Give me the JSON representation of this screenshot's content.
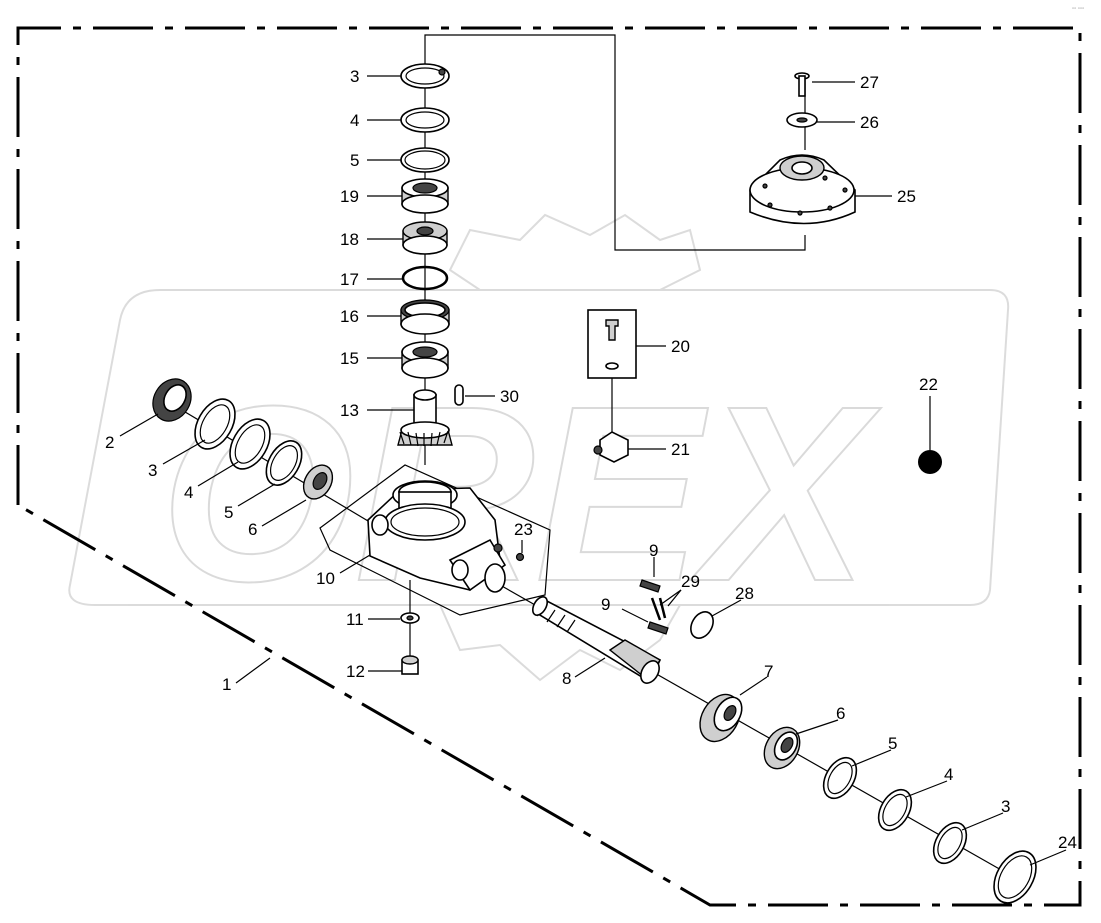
{
  "watermark": {
    "text": "OREX"
  },
  "corner_stamp": "▫▫ ▫▫▫",
  "callouts": [
    {
      "id": "c3a",
      "text": "3"
    },
    {
      "id": "c4a",
      "text": "4"
    },
    {
      "id": "c5a",
      "text": "5"
    },
    {
      "id": "c19",
      "text": "19"
    },
    {
      "id": "c18",
      "text": "18"
    },
    {
      "id": "c17",
      "text": "17"
    },
    {
      "id": "c16",
      "text": "16"
    },
    {
      "id": "c15",
      "text": "15"
    },
    {
      "id": "c13",
      "text": "13"
    },
    {
      "id": "c30",
      "text": "30"
    },
    {
      "id": "c20",
      "text": "20"
    },
    {
      "id": "c21",
      "text": "21"
    },
    {
      "id": "c22",
      "text": "22"
    },
    {
      "id": "c23",
      "text": "23"
    },
    {
      "id": "c27",
      "text": "27"
    },
    {
      "id": "c26",
      "text": "26"
    },
    {
      "id": "c25",
      "text": "25"
    },
    {
      "id": "c2",
      "text": "2"
    },
    {
      "id": "c3b",
      "text": "3"
    },
    {
      "id": "c4b",
      "text": "4"
    },
    {
      "id": "c5b",
      "text": "5"
    },
    {
      "id": "c6a",
      "text": "6"
    },
    {
      "id": "c10",
      "text": "10"
    },
    {
      "id": "c11",
      "text": "11"
    },
    {
      "id": "c12",
      "text": "12"
    },
    {
      "id": "c1",
      "text": "1"
    },
    {
      "id": "c9a",
      "text": "9"
    },
    {
      "id": "c29",
      "text": "29"
    },
    {
      "id": "c9b",
      "text": "9"
    },
    {
      "id": "c28",
      "text": "28"
    },
    {
      "id": "c8",
      "text": "8"
    },
    {
      "id": "c7",
      "text": "7"
    },
    {
      "id": "c6b",
      "text": "6"
    },
    {
      "id": "c5c",
      "text": "5"
    },
    {
      "id": "c4c",
      "text": "4"
    },
    {
      "id": "c3c",
      "text": "3"
    },
    {
      "id": "c24",
      "text": "24"
    }
  ]
}
